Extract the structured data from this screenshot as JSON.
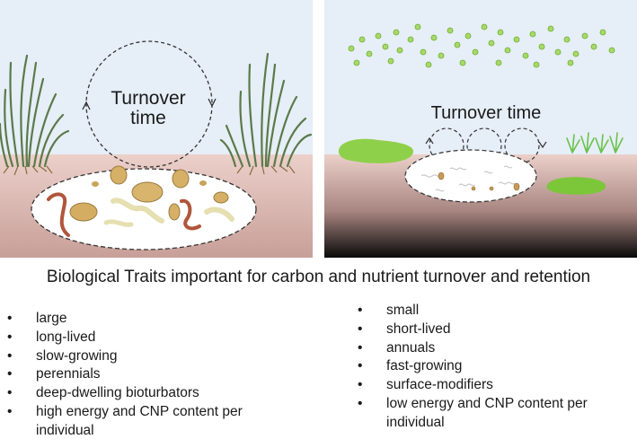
{
  "left_panel": {
    "turnover_label": "Turnover\ntime"
  },
  "right_panel": {
    "turnover_label": "Turnover time"
  },
  "title": "Biological Traits important for carbon and nutrient turnover and retention",
  "left_traits": [
    "large",
    "long-lived",
    "slow-growing",
    "perennials",
    "deep-dwelling bioturbators",
    "high energy and CNP content per individual"
  ],
  "right_traits": [
    "small",
    "short-lived",
    "annuals",
    "fast-growing",
    "surface-modifiers",
    "low energy and CNP content per individual"
  ],
  "colors": {
    "water": "#e6eef8",
    "sediment_top": "#e8c9c3",
    "sediment_bottom": "#c9a39d",
    "seagrass": "#5c7a4a",
    "algae": "#7dc43c",
    "plankton": "#8fcf4d"
  }
}
